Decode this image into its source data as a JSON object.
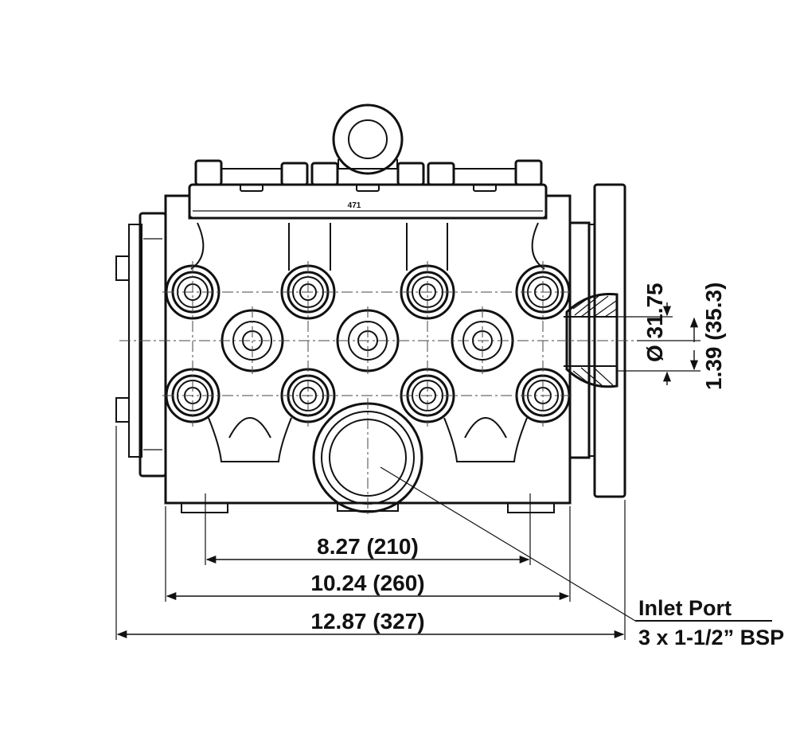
{
  "part_number": "471",
  "dimensions": {
    "mounting_holes": "8.27 (210)",
    "base_width": "10.24 (260)",
    "overall_width": "12.87 (327)",
    "shaft_diameter": "Ø 31.75",
    "shaft_height": "1.39 (35.3)"
  },
  "inlet_port": {
    "title": "Inlet Port",
    "spec": "3 x 1-1/2” BSP"
  }
}
